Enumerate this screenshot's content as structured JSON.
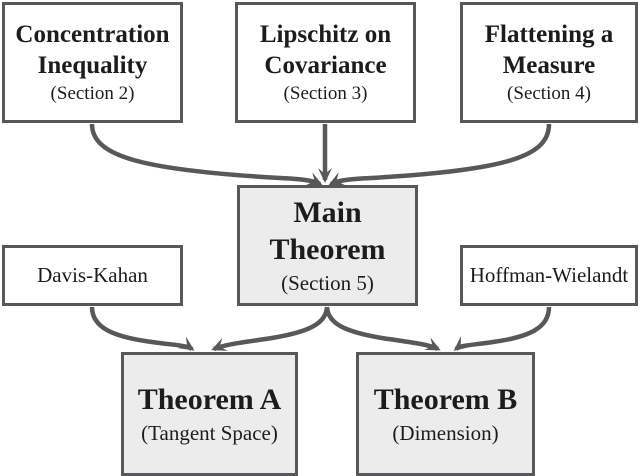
{
  "diagram": {
    "nodes": {
      "concentration": {
        "title": "Concentration Inequality",
        "subtitle": "(Section 2)"
      },
      "lipschitz": {
        "title": "Lipschitz on Covariance",
        "subtitle": "(Section 3)"
      },
      "flattening": {
        "title": "Flattening a Measure",
        "subtitle": "(Section 4)"
      },
      "main": {
        "title": "Main Theorem",
        "subtitle": "(Section 5)"
      },
      "davis_kahan": {
        "title": "Davis-Kahan"
      },
      "hoffman_wielandt": {
        "title": "Hoffman-Wielandt"
      },
      "theorem_a": {
        "title": "Theorem A",
        "subtitle": "(Tangent Space)"
      },
      "theorem_b": {
        "title": "Theorem B",
        "subtitle": "(Dimension)"
      }
    },
    "edges": [
      {
        "from": "concentration",
        "to": "main"
      },
      {
        "from": "lipschitz",
        "to": "main"
      },
      {
        "from": "flattening",
        "to": "main"
      },
      {
        "from": "main",
        "to": "theorem_a"
      },
      {
        "from": "main",
        "to": "theorem_b"
      },
      {
        "from": "davis_kahan",
        "to": "theorem_a"
      },
      {
        "from": "hoffman_wielandt",
        "to": "theorem_b"
      }
    ],
    "colors": {
      "line": "#58585a",
      "node_fill": "#ffffff",
      "highlight_fill": "#ececec",
      "text": "#1c1c1c"
    }
  }
}
